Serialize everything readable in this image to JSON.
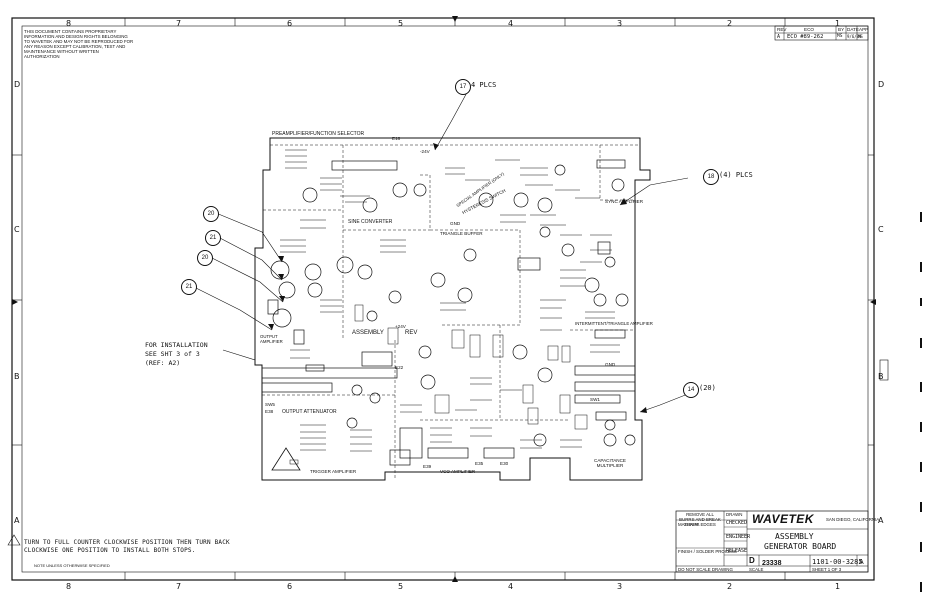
{
  "zones": {
    "cols": [
      "8",
      "7",
      "6",
      "5",
      "4",
      "3",
      "2",
      "1"
    ],
    "rows": [
      "D",
      "C",
      "B",
      "A"
    ]
  },
  "notice": {
    "proprietary": "THIS DOCUMENT CONTAINS PROPRIETARY INFORMATION AND DESIGN RIGHTS BELONGING TO WAVETEK AND MAY NOT BE REPRODUCED FOR ANY REASON EXCEPT CALIBRATION, TEST AND MAINTENANCE WITHOUT WRITTEN AUTHORIZATION"
  },
  "revision": {
    "headers": [
      "REV",
      "ECO",
      "BY",
      "DATE",
      "APP"
    ],
    "rows": [
      {
        "rev": "A",
        "eco": "ECO #89-262",
        "by": "MS",
        "date": "9/6/89",
        "app": "MS"
      }
    ]
  },
  "board": {
    "sections": {
      "preamplifier": "PREAMPLIFIER/FUNCTION SELECTOR",
      "sine_converter": "SINE CONVERTER",
      "triangle_buffer": "TRIANGLE BUFFER",
      "hysteresis_switch": "HYSTERESIS SWITCH",
      "special_note": "SPECIAL AMPLIFIER (ONLY)",
      "sync_amplifier": "SYNC AMPLIFIER",
      "intermittent_amplifier": "INTERMITTENT/TRIANGLE AMPLIFIER",
      "output_amplifier": "OUTPUT AMPLIFIER",
      "assembly": "ASSEMBLY",
      "rev": "REV",
      "output_attenuator": "OUTPUT ATTENUATOR",
      "trigger_amplifier": "TRIGGER AMPLIFIER",
      "vco_amplifier": "VCO AMPLIFIER",
      "capacitance_multiplier": "CAPACITANCE MULTIPLIER",
      "gnd": "GND"
    },
    "refs": {
      "e18": "E18",
      "minus24": "-24V",
      "plus24": "+24V",
      "sw5": "SW5",
      "e38": "E38",
      "e22": "E22",
      "sw1": "SW1",
      "e39": "E39",
      "e35": "E35",
      "e30": "E30"
    }
  },
  "callouts": {
    "c17": {
      "num": "17",
      "note": "4 PLCS"
    },
    "c18": {
      "num": "18",
      "note": "(4) PLCS"
    },
    "c20": "20",
    "c21": "21",
    "c14": {
      "num": "14",
      "note": "(20)"
    }
  },
  "installation": {
    "line1": "FOR INSTALLATION",
    "line2": "SEE SHT 3 of 3",
    "line3": "(REF: A2)"
  },
  "notes": {
    "turn_line1": "TURN TO FULL COUNTER CLOCKWISE POSITION THEN TURN BACK",
    "turn_line2": "CLOCKWISE ONE POSITION TO INSTALL BOTH STOPS.",
    "unless": "NOTE UNLESS OTHERWISE SPECIFIED"
  },
  "title_block": {
    "remove_burrs": "REMOVE ALL BURRS AND BREAK SHARP EDGES",
    "material": "MATERIAL",
    "finish": "FINISH / SOLDER PROCESS",
    "do_not_scale": "DO NOT SCALE DRAWING",
    "drawn": "DRAWN",
    "checked": "CHECKED",
    "engineer": "ENGINEER",
    "release": "RELEASE",
    "company": "WAVETEK",
    "location": "SAN DIEGO, CALIFORNIA",
    "title_line1": "ASSEMBLY",
    "title_line2": "GENERATOR BOARD",
    "size": "D",
    "code_ident": "23338",
    "drawing_number": "1101-00-3285",
    "rev": "A",
    "scale": "SCALE",
    "sheet": "SHEET 1 OF 3"
  }
}
